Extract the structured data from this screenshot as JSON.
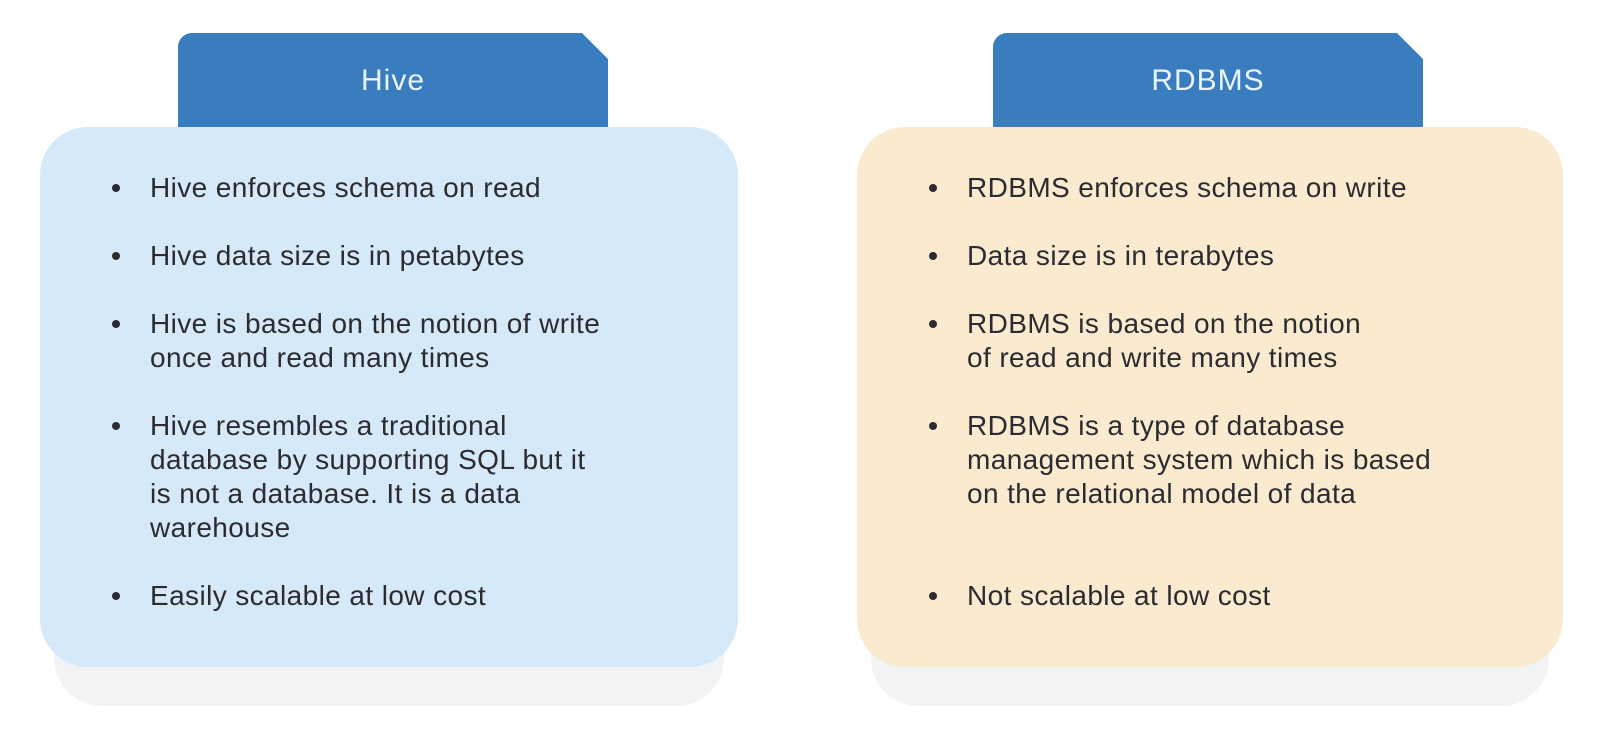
{
  "colors": {
    "background": "#ffffff",
    "header_bg": "#3a7dbf",
    "header_text": "#e9f4fc",
    "hive_body_bg": "#d6e9f8",
    "rdbms_body_bg": "#faebd0",
    "body_text": "#2b2b30",
    "shadow_card": "#f2f3f5"
  },
  "cards": [
    {
      "title": "Hive",
      "items": [
        "Hive enforces schema on read",
        "Hive data size is in petabytes",
        "Hive is based on the notion of write\nonce and read many times",
        "Hive resembles a traditional\ndatabase by supporting SQL but it\nis not a database. It is a data\nwarehouse",
        "Easily scalable at low cost"
      ]
    },
    {
      "title": "RDBMS",
      "items": [
        "RDBMS enforces schema on write",
        "Data size is in terabytes",
        "RDBMS is based on the notion\nof read and write many times",
        "RDBMS is a type of database\nmanagement system which is based\non the relational model of data",
        "Not scalable at low cost"
      ]
    }
  ]
}
